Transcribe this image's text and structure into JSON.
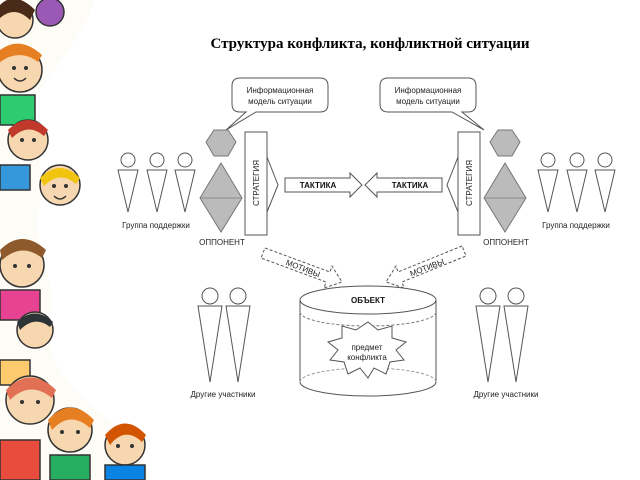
{
  "title": "Структура конфликта, конфликтной ситуации",
  "diagram": {
    "info_model_left": [
      "Информационная",
      "модель ситуации"
    ],
    "info_model_right": [
      "Информационная",
      "модель ситуации"
    ],
    "strategy_left": "СТРАТЕГИЯ",
    "strategy_right": "СТРАТЕГИЯ",
    "tactics_left": "ТАКТИКА",
    "tactics_right": "ТАКТИКА",
    "opponent_left": "ОППОНЕНТ",
    "opponent_right": "ОППОНЕНТ",
    "support_left": "Группа поддержки",
    "support_right": "Группа поддержки",
    "motives_left": "МОТИВЫ",
    "motives_right": "МОТИВЫ",
    "object": "ОБЪЕКТ",
    "subject": [
      "предмет",
      "конфликта"
    ],
    "others_left": "Другие участники",
    "others_right": "Другие участники"
  },
  "colors": {
    "shape_fill": "#bbbbbb",
    "line": "#555555"
  }
}
